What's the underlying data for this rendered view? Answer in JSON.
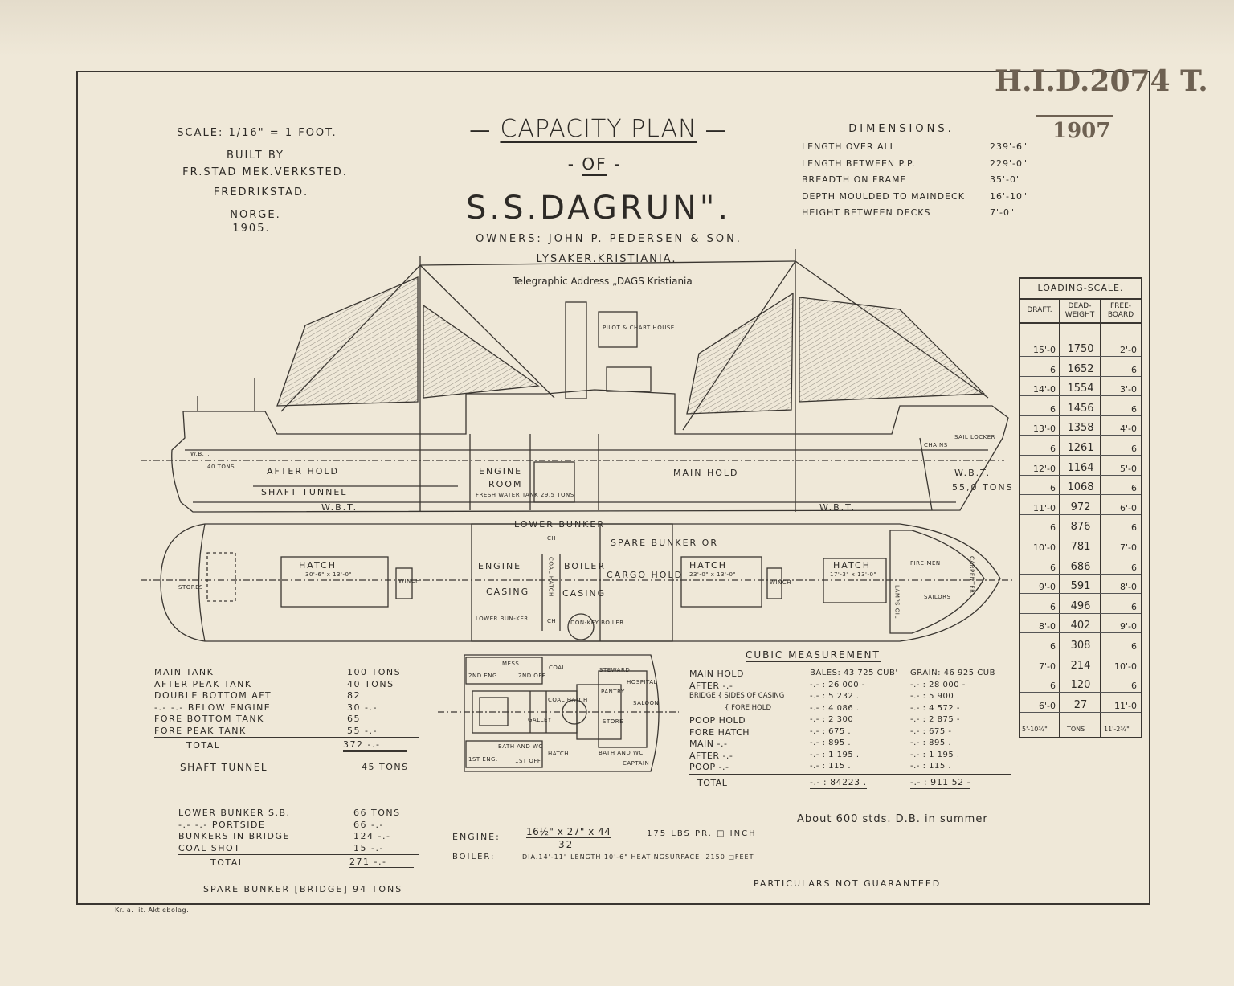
{
  "header": {
    "scale": "SCALE: 1/16\" = 1 FOOT.",
    "built_by": "BUILT BY",
    "builder": "FR.STAD MEK.VERKSTED.",
    "city": "FREDRIKSTAD.",
    "country": "NORGE.",
    "year": "1905.",
    "title": "CAPACITY PLAN",
    "of": "OF",
    "ship": "S.S.DAGRUN\".",
    "owners": "OWNERS: JOHN P. PEDERSEN & SON.",
    "owners_place": "LYSAKER.KRISTIANIA.",
    "telegraph": "Telegraphic Address „DAGS Kristiania"
  },
  "stamp": {
    "ref": "H.I.D.2074 T.",
    "year": "1907"
  },
  "dimensions": {
    "title": "DIMENSIONS.",
    "rows": [
      {
        "label": "LENGTH OVER ALL",
        "value": "239'-6\""
      },
      {
        "label": "LENGTH BETWEEN P.P.",
        "value": "229'-0\""
      },
      {
        "label": "BREADTH ON FRAME",
        "value": "35'-0\""
      },
      {
        "label": "DEPTH MOULDED TO MAINDECK",
        "value": "16'-10\""
      },
      {
        "label": "HEIGHT BETWEEN DECKS",
        "value": "7'-0\""
      }
    ]
  },
  "profile_labels": {
    "wbt_aft": "W.B.T.",
    "wbt_aft_tons": "40 TONS",
    "after_hold": "AFTER HOLD",
    "shaft_tunnel": "SHAFT TUNNEL",
    "engine": "ENGINE",
    "room": "ROOM",
    "fresh_water": "FRESH WATER TANK 29,5 TONS",
    "main_hold": "MAIN HOLD",
    "chains": "CHAINS",
    "sail_locker": "SAIL LOCKER",
    "wbt_fore": "W.B.T.",
    "wbt_fore_tons": "55,0 TONS",
    "wbt_bottom": "W.B.T.",
    "chart_house": "PILOT & CHART HOUSE"
  },
  "plan_labels": {
    "stores": "STORES",
    "hatch_aft": "HATCH",
    "hatch_aft_size": "30'-6\" x 13'-0\"",
    "winch": "WINCH",
    "lower_bunker_top": "LOWER BUNKER",
    "ch": "CH",
    "engine": "ENGINE",
    "casing": "CASING",
    "coal_hatch": "COAL HATCH",
    "boiler": "BOILER",
    "boiler_casing": "CASING",
    "lower_bunker_bottom": "LOWER BUN-KER",
    "donkey_boiler": "DON-KEY BOILER",
    "spare_bunker": "SPARE BUNKER OR",
    "cargo_hold": "CARGO HOLD",
    "hatch_main": "HATCH",
    "hatch_main_size": "23'-0\" x 13'-0\"",
    "winch2": "WINCH",
    "hatch_fore": "HATCH",
    "hatch_fore_size": "17'-3\" x 13'-0\"",
    "firemen": "FIRE-MEN",
    "sailors": "SAILORS",
    "lamps_oil": "LAMPS OIL",
    "carpenter": "CARPENTER"
  },
  "bridge_plan": {
    "rooms": [
      "2ND ENG.",
      "MESS",
      "2ND OFF.",
      "COAL",
      "GALLEY",
      "COAL HATCH",
      "STEWARD",
      "HOSPITAL",
      "PANTRY",
      "SALOON",
      "STORE",
      "1ST ENG.",
      "BATH AND WC",
      "1ST OFF.",
      "HATCH",
      "BATH AND WC",
      "CAPTAIN"
    ]
  },
  "tanks": {
    "rows": [
      {
        "label": "MAIN TANK",
        "value": "100 TONS"
      },
      {
        "label": "AFTER PEAK TANK",
        "value": "40 TONS"
      },
      {
        "label": "DOUBLE BOTTOM AFT",
        "value": "82"
      },
      {
        "label": "-.- -.- BELOW ENGINE",
        "value": "30 -.-"
      },
      {
        "label": "FORE BOTTOM TANK",
        "value": "65"
      },
      {
        "label": "FORE PEAK TANK",
        "value": "55 -.-"
      }
    ],
    "total_label": "TOTAL",
    "total": "372 -.-",
    "shaft_tunnel_label": "SHAFT TUNNEL",
    "shaft_tunnel": "45 TONS"
  },
  "bunkers": {
    "rows": [
      {
        "label": "LOWER BUNKER S.B.",
        "value": "66 TONS"
      },
      {
        "label": "-.- -.- PORTSIDE",
        "value": "66 -.-"
      },
      {
        "label": "BUNKERS IN BRIDGE",
        "value": "124 -.-"
      },
      {
        "label": "COAL SHOT",
        "value": "15 -.-"
      }
    ],
    "total_label": "TOTAL",
    "total": "271 -.-",
    "spare": "SPARE BUNKER [BRIDGE] 94 TONS"
  },
  "engine": {
    "label": "ENGINE:",
    "cyl": "16½\" x 27\" x 44",
    "stroke": "32",
    "pressure": "175 LBS PR. □ INCH",
    "boiler_label": "BOILER:",
    "boiler": "DIA.14'-11\" LENGTH 10'-6\" HEATINGSURFACE: 2150 □FEET"
  },
  "cubic": {
    "title": "CUBIC MEASUREMENT",
    "rows": [
      {
        "label": "MAIN HOLD",
        "bales": "BALES: 43 725 CUB'",
        "grain": "GRAIN: 46 925 CUB"
      },
      {
        "label": "AFTER -.-",
        "bales": "-.- : 26 000 -",
        "grain": "-.- : 28 000 -"
      },
      {
        "label": "BRIDGE { SIDES OF CASING",
        "bales": "-.- : 5 232 .",
        "grain": "-.- : 5 900 ."
      },
      {
        "label": "{ FORE HOLD",
        "bales": "-.- : 4 086 .",
        "grain": "-.- : 4 572 -"
      },
      {
        "label": "POOP HOLD",
        "bales": "-.- : 2 300",
        "grain": "-.- : 2 875 -"
      },
      {
        "label": "FORE HATCH",
        "bales": "-.- : 675 .",
        "grain": "-.- : 675 -"
      },
      {
        "label": "MAIN -.-",
        "bales": "-.- : 895 .",
        "grain": "-.- : 895 ."
      },
      {
        "label": "AFTER -.-",
        "bales": "-.- : 1 195 .",
        "grain": "-.- : 1 195 ."
      },
      {
        "label": "POOP -.-",
        "bales": "-.- : 115 .",
        "grain": "-.- : 115 ."
      }
    ],
    "total_label": "TOTAL",
    "total_bales": "-.- : 84223 .",
    "total_grain": "-.- : 911 52 -"
  },
  "loading_scale": {
    "title": "LOADING-SCALE.",
    "cols": [
      "DRAFT.",
      "DEAD-WEIGHT",
      "FREE-BOARD"
    ],
    "rows": [
      [
        "15'-0",
        "1750",
        "2'-0"
      ],
      [
        "6",
        "1652",
        "6"
      ],
      [
        "14'-0",
        "1554",
        "3'-0"
      ],
      [
        "6",
        "1456",
        "6"
      ],
      [
        "13'-0",
        "1358",
        "4'-0"
      ],
      [
        "6",
        "1261",
        "6"
      ],
      [
        "12'-0",
        "1164",
        "5'-0"
      ],
      [
        "6",
        "1068",
        "6"
      ],
      [
        "11'-0",
        "972",
        "6'-0"
      ],
      [
        "6",
        "876",
        "6"
      ],
      [
        "10'-0",
        "781",
        "7'-0"
      ],
      [
        "6",
        "686",
        "6"
      ],
      [
        "9'-0",
        "591",
        "8'-0"
      ],
      [
        "6",
        "496",
        "6"
      ],
      [
        "8'-0",
        "402",
        "9'-0"
      ],
      [
        "6",
        "308",
        "6"
      ],
      [
        "7'-0",
        "214",
        "10'-0"
      ],
      [
        "6",
        "120",
        "6"
      ],
      [
        "6'-0",
        "27",
        "11'-0"
      ]
    ],
    "footer": [
      "5'-10¾\"",
      "TONS",
      "11'-2¾\""
    ]
  },
  "notes": {
    "deals": "About 600 stds. D.B. in summer",
    "guarantee": "PARTICULARS NOT GUARANTEED",
    "printer": "Kr. a. lit. Aktiebolag."
  }
}
